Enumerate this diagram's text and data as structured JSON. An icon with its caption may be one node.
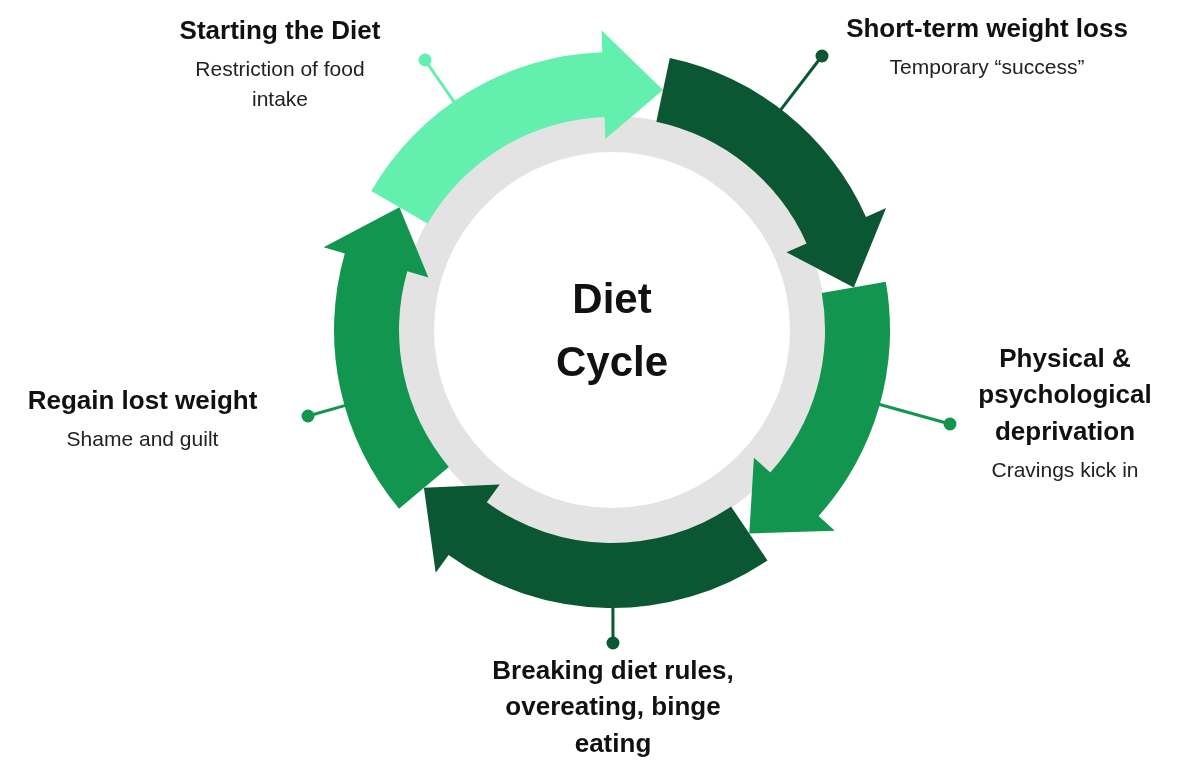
{
  "diagram": {
    "nodes": [
      {
        "text": [
          "Starting the Diet",
          "Restriction of food intake"
        ]
      },
      {
        "text": [
          "Short-term weight loss",
          "Temporary “success”"
        ]
      },
      {
        "text": [
          "Diet Cycle"
        ]
      },
      {
        "text": [
          "Physical & psychological deprivation",
          "Cravings kick in"
        ]
      },
      {
        "text": [
          "Regain lost weight",
          "Shame and guilt"
        ]
      },
      {
        "text": [
          "Breaking diet rules, overeating, binge eating"
        ]
      },
      {
        "text": [],
        "shape": "arrow"
      },
      {
        "text": [],
        "shape": "arrow"
      },
      {
        "text": [],
        "shape": "arrow"
      },
      {
        "text": [],
        "shape": "arrow"
      },
      {
        "text": [],
        "shape": "arrow"
      }
    ],
    "edges": [
      {
        "from": 0,
        "to": 6,
        "arrow": "other",
        "color": "#63efae"
      },
      {
        "from": 1,
        "to": 7,
        "arrow": "other",
        "color": "#0b5734"
      },
      {
        "from": 3,
        "to": 8,
        "arrow": "other",
        "color": "#12964f"
      },
      {
        "from": 5,
        "to": 9,
        "arrow": "other",
        "color": "#0b5734"
      },
      {
        "from": 4,
        "to": 10,
        "arrow": "other",
        "color": "#12964f"
      }
    ]
  }
}
